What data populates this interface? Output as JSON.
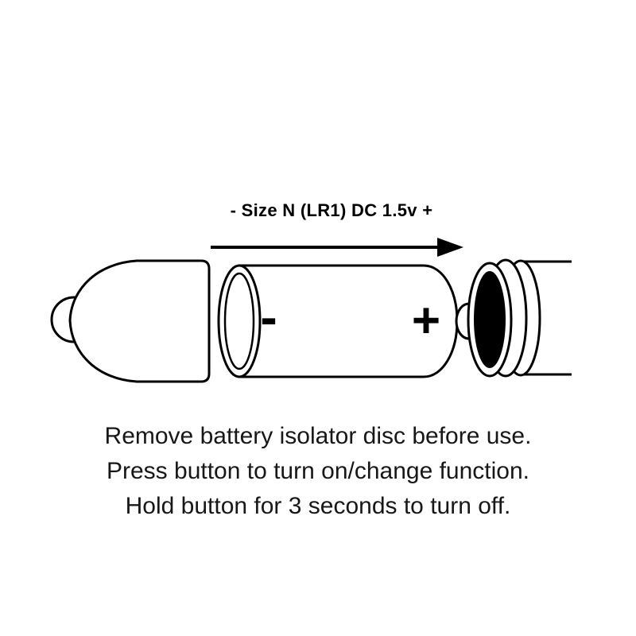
{
  "diagram": {
    "battery_label": "- Size N (LR1) DC 1.5v +",
    "battery_minus": "-",
    "battery_plus": "+",
    "instructions": [
      "Remove battery isolator disc before use.",
      "Press button to turn on/change function.",
      "Hold button for 3 seconds to turn off."
    ]
  },
  "colors": {
    "line": "#000000",
    "text": "#171717",
    "background": "#ffffff",
    "isolator_disc": "#000000"
  }
}
